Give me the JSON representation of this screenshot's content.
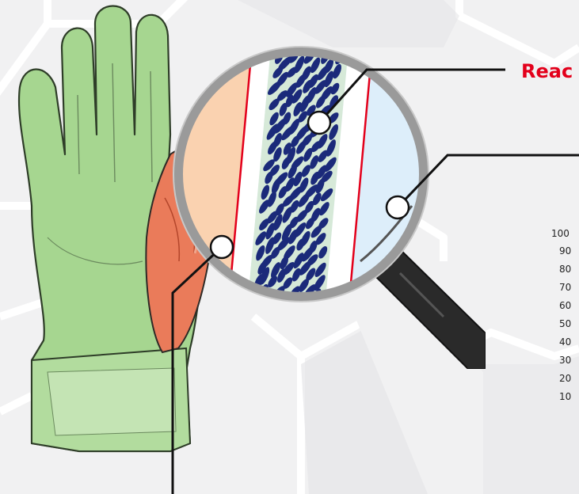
{
  "heading": {
    "text": "Reac",
    "color": "#e3001b"
  },
  "scale_ticks": [
    "100",
    "90",
    "80",
    "70",
    "60",
    "50",
    "40",
    "30",
    "20",
    "10"
  ],
  "colors": {
    "background": "#f1f1f2",
    "hex_lines": "#ffffff",
    "glove": "#9fd08a",
    "hand": "#e9785a",
    "cells": "#1b2a7a",
    "lens_rim": "#9a9a9a",
    "accent": "#e3001b"
  },
  "icons": [
    "magnifying-glass-icon",
    "glove-icon",
    "hand-icon"
  ]
}
